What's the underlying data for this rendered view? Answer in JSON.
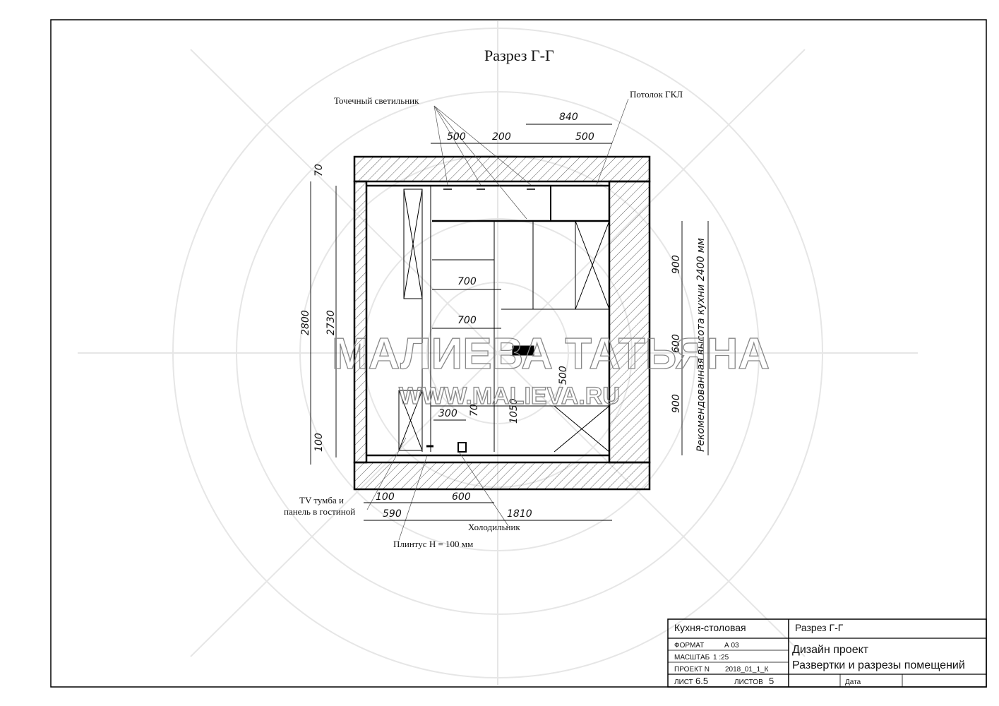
{
  "title": "Разрез Г-Г",
  "annotations": {
    "spot_light": "Точечный светильник",
    "ceiling": "Потолок ГКЛ",
    "tv_unit_line1": "TV тумба и",
    "tv_unit_line2": "панель в гостиной",
    "fridge": "Холодильник",
    "plinth": "Плинтус Н = 100 мм",
    "recommended_height": "Рекомендованная высота кухни 2400 мм"
  },
  "dimensions": {
    "top": [
      "840",
      "500",
      "200",
      "500"
    ],
    "left": [
      "70",
      "2800",
      "2730",
      "100"
    ],
    "inner": [
      "700",
      "700",
      "300",
      "70",
      "1050",
      "500",
      "600"
    ],
    "right": [
      "900",
      "900"
    ],
    "bottom": [
      "100",
      "600",
      "590",
      "1810"
    ]
  },
  "watermark": {
    "name": "МАЛИЕВА ТАТЬЯНА",
    "url": "WWW.MALIEVA.RU"
  },
  "title_block": {
    "room": "Кухня-столовая",
    "sheet_title": "Разрез Г-Г",
    "format_label": "ФОРМАТ",
    "format_value": "А 03",
    "scale_label": "МАСШТАБ",
    "scale_value": "1 :25",
    "project_label": "ПРОЕКТ N",
    "project_value": "2018_01_1_К",
    "sheet_label": "ЛИСТ",
    "sheet_value": "6.5",
    "sheets_label": "ЛИСТОВ",
    "sheets_value": "5",
    "project_type": "Дизайн проект",
    "section_name": "Развертки и разрезы помещений",
    "date_label": "Дата"
  }
}
